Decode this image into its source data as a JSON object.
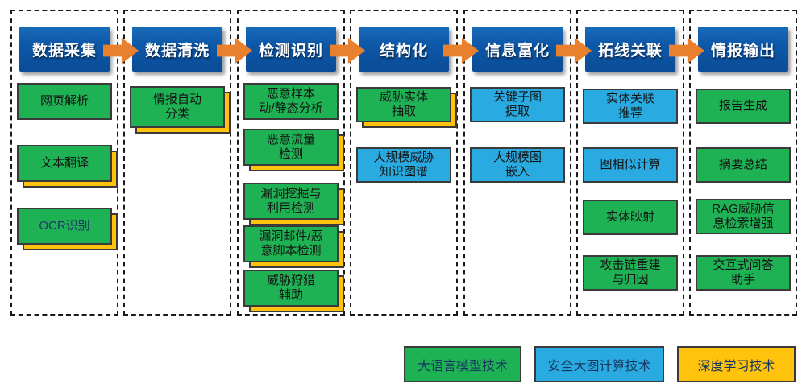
{
  "colors": {
    "header_bg": "#0d58a8",
    "llm_green": "#1fb254",
    "graph_blue": "#29abe2",
    "dl_yellow": "#ffc20d",
    "arrow_orange": "#e8802e",
    "box_border": "#3a3a3a",
    "dashed_border": "#1a1a1a",
    "header_text": "#ffffff",
    "item_text": "#141414",
    "navy_text": "#1f3864"
  },
  "columns": [
    {
      "header": "数据采集",
      "items": [
        {
          "label": "网页解析",
          "type": "llm",
          "dl_shadow": false
        },
        {
          "label": "文本翻译",
          "type": "llm",
          "dl_shadow": true
        },
        {
          "label": "OCR识别",
          "type": "llm",
          "dl_shadow": true,
          "navy": true
        }
      ]
    },
    {
      "header": "数据清洗",
      "items": [
        {
          "label": "情报自动\n分类",
          "type": "llm",
          "dl_shadow": true
        }
      ]
    },
    {
      "header": "检测识别",
      "items": [
        {
          "label": "恶意样本\n动/静态分析",
          "type": "llm",
          "dl_shadow": false
        },
        {
          "label": "恶意流量\n检测",
          "type": "llm",
          "dl_shadow": true
        },
        {
          "label": "漏洞挖掘与\n利用检测",
          "type": "llm",
          "dl_shadow": true
        },
        {
          "label": "漏洞邮件/恶\n意脚本检测",
          "type": "llm",
          "dl_shadow": true
        },
        {
          "label": "威胁狩猎\n辅助",
          "type": "llm",
          "dl_shadow": true
        }
      ]
    },
    {
      "header": "结构化",
      "items": [
        {
          "label": "威胁实体\n抽取",
          "type": "llm",
          "dl_shadow": true
        },
        {
          "label": "大规模威胁\n知识图谱",
          "type": "graph",
          "dl_shadow": false
        }
      ]
    },
    {
      "header": "信息富化",
      "items": [
        {
          "label": "关键子图\n提取",
          "type": "graph",
          "dl_shadow": false
        },
        {
          "label": "大规模图\n嵌入",
          "type": "graph",
          "dl_shadow": false
        }
      ]
    },
    {
      "header": "拓线关联",
      "items": [
        {
          "label": "实体关联\n推荐",
          "type": "graph",
          "dl_shadow": false
        },
        {
          "label": "图相似计算",
          "type": "graph",
          "dl_shadow": false
        },
        {
          "label": "实体映射",
          "type": "llm",
          "dl_shadow": false
        },
        {
          "label": "攻击链重建\n与归因",
          "type": "llm",
          "dl_shadow": false
        }
      ]
    },
    {
      "header": "情报输出",
      "items": [
        {
          "label": "报告生成",
          "type": "llm",
          "dl_shadow": false
        },
        {
          "label": "摘要总结",
          "type": "llm",
          "dl_shadow": false
        },
        {
          "label": "RAG威胁信\n息检索增强",
          "type": "llm",
          "dl_shadow": false
        },
        {
          "label": "交互式问答\n助手",
          "type": "llm",
          "dl_shadow": false
        }
      ]
    }
  ],
  "legend": [
    {
      "label": "大语言模型技术",
      "type": "llm"
    },
    {
      "label": "安全大图计算技术",
      "type": "graph"
    },
    {
      "label": "深度学习技术",
      "type": "dl"
    }
  ]
}
